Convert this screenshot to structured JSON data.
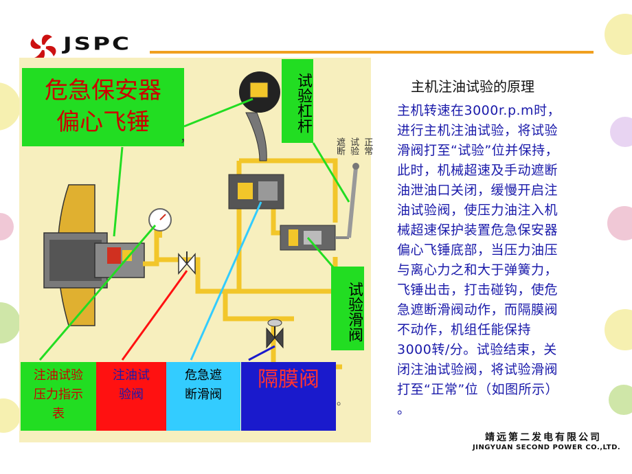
{
  "logo": {
    "text": "JSPC"
  },
  "labels": {
    "title_line1": "危急保安器",
    "title_line2": "偏心飞锤",
    "test_lever": "试验杠杆",
    "test_slide_valve": "试验滑阀",
    "gauge_line1": "注油试验",
    "gauge_line2": "压力指示",
    "gauge_line3": "表",
    "inject_line1": "注油试",
    "inject_line2": "验阀",
    "emerg_line1": "危急遮",
    "emerg_line2": "断滑阀",
    "diaphragm": "隔膜阀",
    "pos_cut": "遮断",
    "pos_test": "试验",
    "pos_normal": "正常",
    "comma_mark": "，",
    "period_mark": "。"
  },
  "text": {
    "heading": "主机注油试验的原理",
    "body": [
      "主机转速在3000r.p.m时，",
      "进行主机注油试验，将试验",
      "滑阀打至“试验”位并保持，",
      "此时，机械超速及手动遮断",
      "油泄油口关闭，缓慢开启注",
      "油试验阀，使压力油注入机",
      "械超速保护装置危急保安器",
      "偏心飞锤底部，当压力油压",
      "与离心力之和大于弹簧力，",
      "飞锤出击，打击碰钩，使危",
      "急遮断滑阀动作，而隔膜阀",
      "不动作，机组任能保持",
      "3000转/分。试验结束，关",
      "闭注油试验阀，将试验滑阀",
      "打至“正常”位（如图所示）",
      "。"
    ]
  },
  "company": {
    "cn": "靖远第二发电有限公司",
    "en": "JINGYUAN SECOND POWER CO.,LTD."
  },
  "colors": {
    "label_green": "#22dd22",
    "label_red": "#ff1111",
    "label_cyan": "#33ccff",
    "label_blue": "#1a1acc",
    "diagram_bg": "#f7efbe",
    "pipe": "#f2c62a",
    "accent_line": "#f0a020",
    "body_text": "#1a1aaa"
  }
}
